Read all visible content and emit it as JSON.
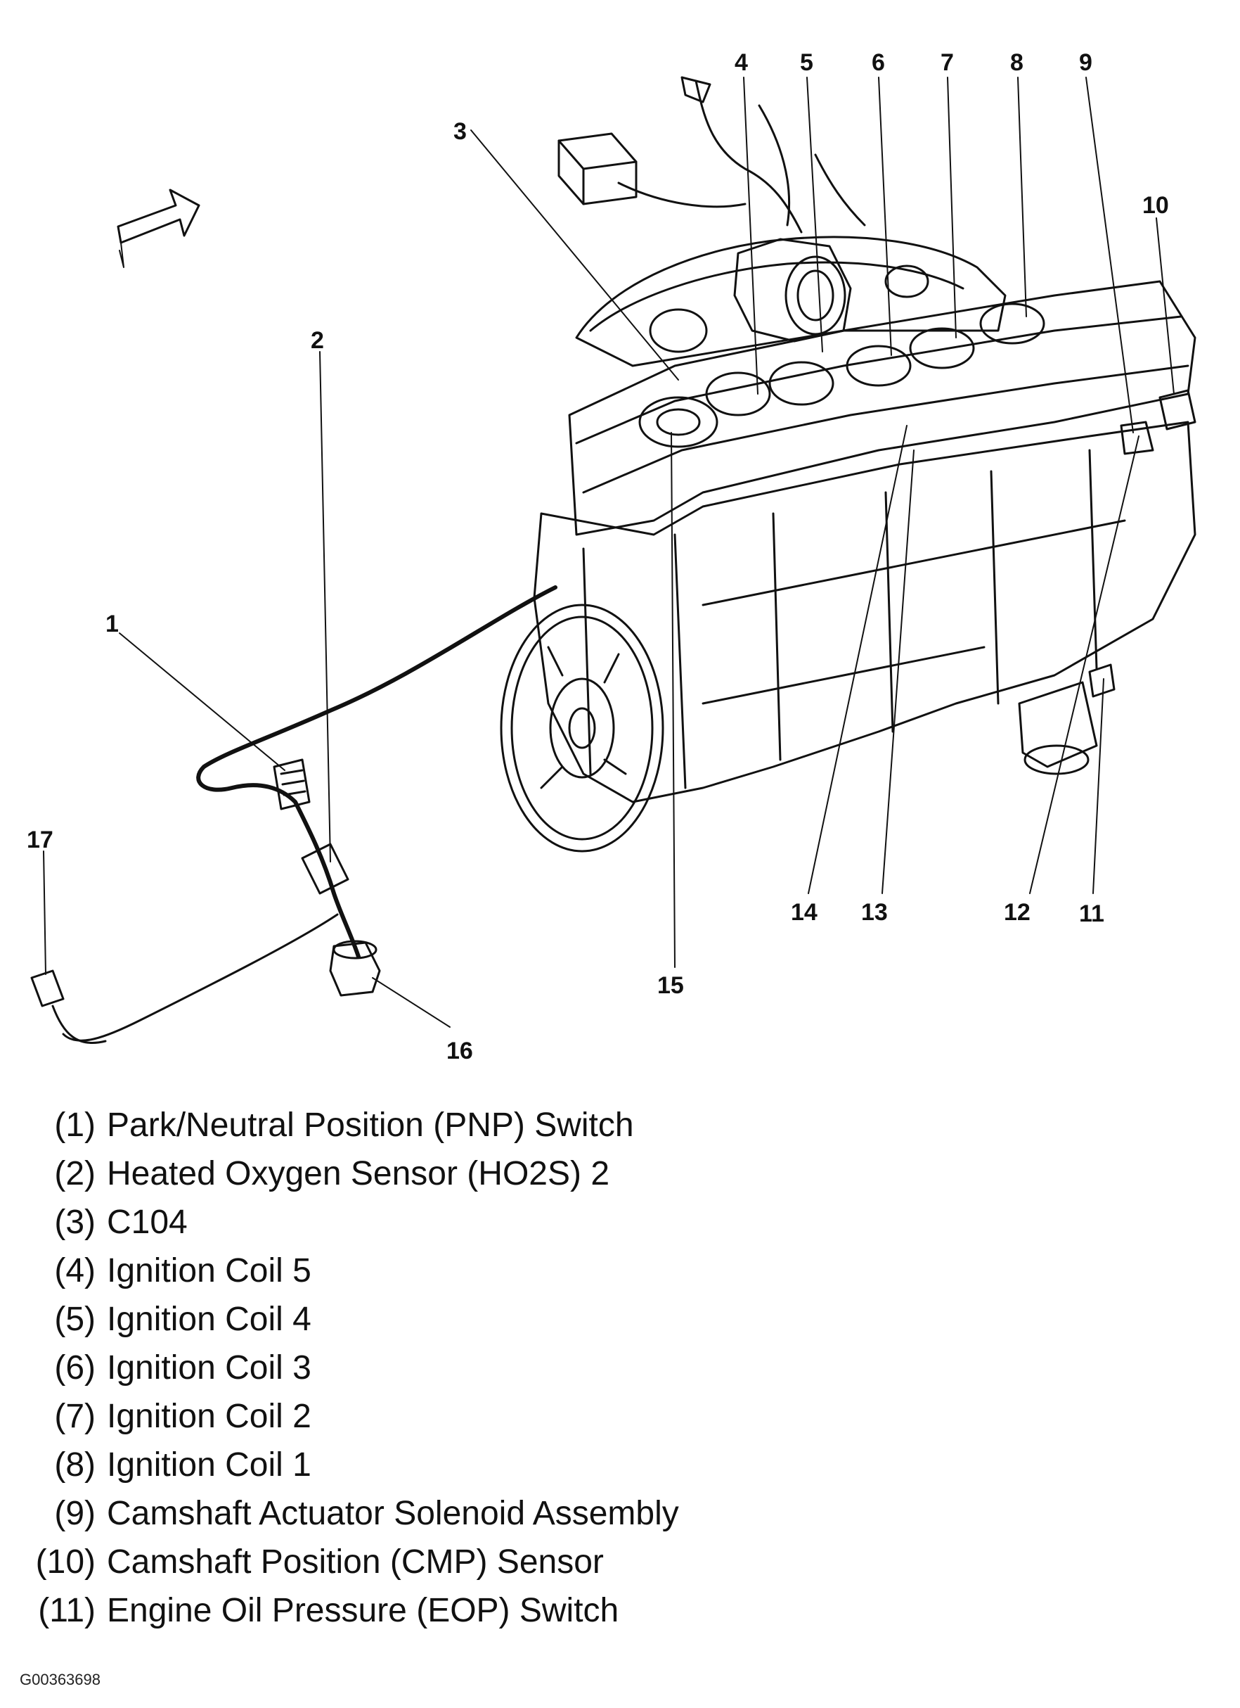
{
  "callouts": [
    "1",
    "2",
    "3",
    "4",
    "5",
    "6",
    "7",
    "8",
    "9",
    "10",
    "11",
    "12",
    "13",
    "14",
    "15",
    "16",
    "17"
  ],
  "legend": [
    {
      "num": "(1)",
      "text": "Park/Neutral Position (PNP) Switch"
    },
    {
      "num": "(2)",
      "text": "Heated Oxygen Sensor (HO2S) 2"
    },
    {
      "num": "(3)",
      "text": "C104"
    },
    {
      "num": "(4)",
      "text": "Ignition Coil 5"
    },
    {
      "num": "(5)",
      "text": "Ignition Coil 4"
    },
    {
      "num": "(6)",
      "text": "Ignition Coil 3"
    },
    {
      "num": "(7)",
      "text": "Ignition Coil 2"
    },
    {
      "num": "(8)",
      "text": "Ignition Coil 1"
    },
    {
      "num": "(9)",
      "text": "Camshaft Actuator Solenoid Assembly"
    },
    {
      "num": "(10)",
      "text": "Camshaft Position (CMP) Sensor"
    },
    {
      "num": "(11)",
      "text": "Engine Oil Pressure (EOP) Switch"
    }
  ],
  "figure_id": "G00363698",
  "colors": {
    "ink": "#111111",
    "background": "#ffffff"
  }
}
